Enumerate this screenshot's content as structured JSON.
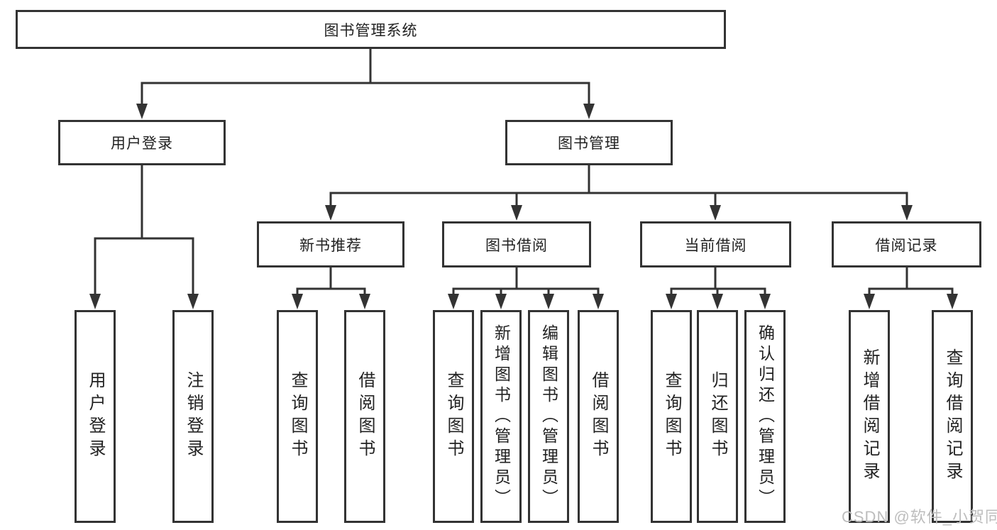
{
  "colors": {
    "line": "#333333",
    "box_border": "#333333",
    "text": "#222222",
    "background": "#ffffff",
    "watermark": "#bdbdbd"
  },
  "nodes": {
    "root": "图书管理系统",
    "level2": [
      {
        "label": "用户登录"
      },
      {
        "label": "图书管理"
      }
    ],
    "level3": [
      {
        "label": "新书推荐"
      },
      {
        "label": "图书借阅"
      },
      {
        "label": "当前借阅"
      },
      {
        "label": "借阅记录"
      }
    ],
    "leaves": [
      {
        "label": "用户登录"
      },
      {
        "label": "注销登录"
      },
      {
        "label": "查询图书"
      },
      {
        "label": "借阅图书"
      },
      {
        "label": "查询图书"
      },
      {
        "label": "新增图书（管理员）"
      },
      {
        "label": "编辑图书（管理员）"
      },
      {
        "label": "借阅图书"
      },
      {
        "label": "查询图书"
      },
      {
        "label": "归还图书"
      },
      {
        "label": "确认归还（管理员）"
      },
      {
        "label": "新增借阅记录"
      },
      {
        "label": "查询借阅记录"
      }
    ]
  },
  "watermark": "CSDN @软件_小贺同学"
}
